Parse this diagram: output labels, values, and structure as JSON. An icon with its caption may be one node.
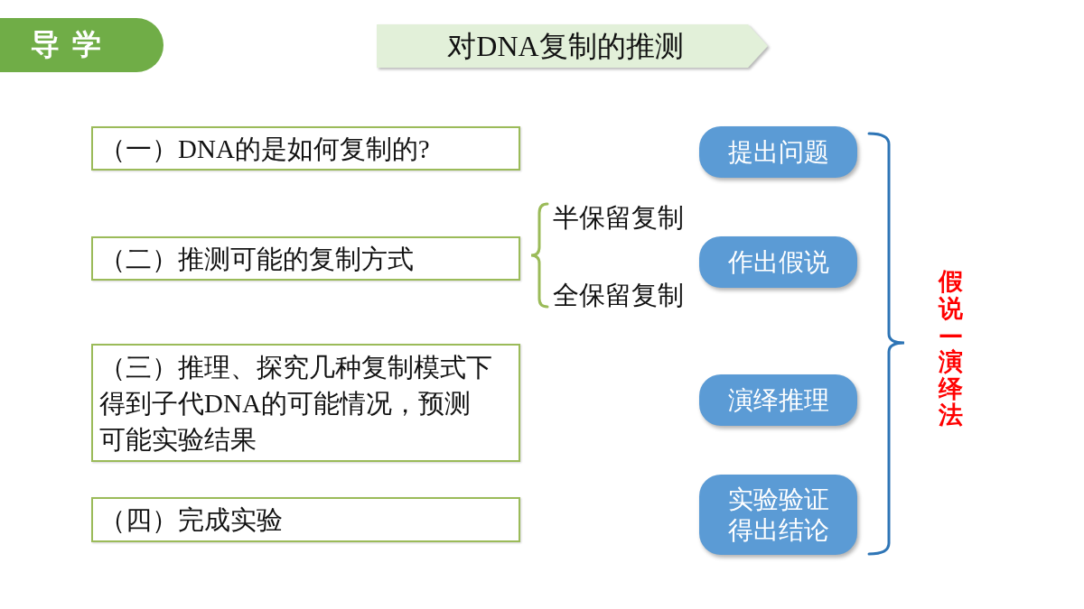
{
  "diagram": {
    "title": "对DNA复制的推测",
    "nodes": [
      {
        "text": [
          "导学"
        ]
      },
      {
        "text": [
          "（一）DNA的是如何复制的?"
        ]
      },
      {
        "text": [
          "（二）推测可能的复制方式"
        ]
      },
      {
        "text": [
          "（三）推理、探究几种复制模式下得到子代DNA的可能情况，预测可能实验结果"
        ]
      },
      {
        "text": [
          "（四）完成实验"
        ]
      },
      {
        "text": [
          "提出问题"
        ]
      },
      {
        "text": [
          "作出假说"
        ]
      },
      {
        "text": [
          "演绎推理"
        ]
      },
      {
        "text": [
          "实验验证得出结论"
        ]
      }
    ],
    "labels": [
      "半保留复制",
      "全保留复制",
      "假说—演绎法"
    ]
  }
}
